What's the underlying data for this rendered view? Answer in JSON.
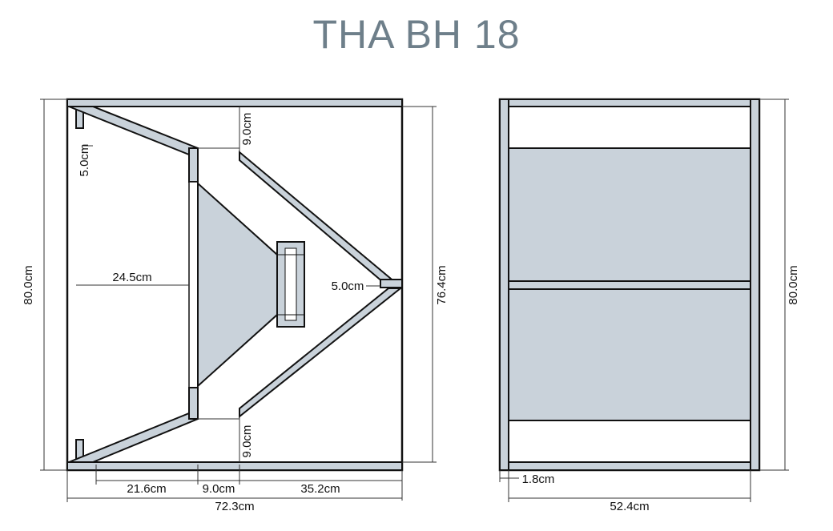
{
  "title": "THA BH 18",
  "front_view": {
    "dim_height_outer": "80.0cm",
    "dim_height_inner": "76.4cm",
    "dim_width_total": "72.3cm",
    "dim_seg_1": "21.6cm",
    "dim_seg_2": "9.0cm",
    "dim_seg_3": "35.2cm",
    "dim_throat_top": "9.0cm",
    "dim_throat_bottom": "9.0cm",
    "dim_depth_mid": "24.5cm",
    "dim_brace_side": "5.0cm",
    "dim_brace_nose": "5.0cm"
  },
  "side_view": {
    "dim_height": "80.0cm",
    "dim_width": "52.4cm",
    "dim_panel_thickness": "1.8cm"
  },
  "colors": {
    "panel": "#c9d2da",
    "title": "#6e7f8a"
  }
}
